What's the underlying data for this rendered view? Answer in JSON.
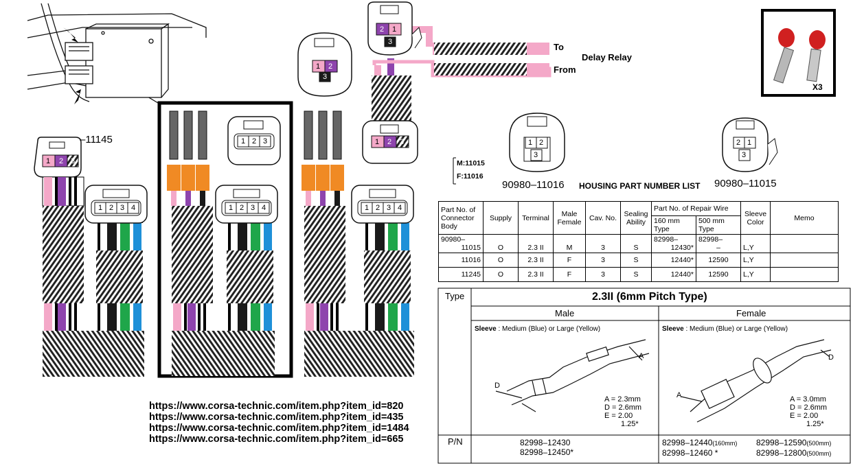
{
  "labels": {
    "code_11145": "–11145",
    "relay_to": "To",
    "relay_from": "From",
    "relay_name": "Delay Relay",
    "qty": "X3",
    "m_code": "M:11015",
    "f_code": "F:11016",
    "housing_left": "90980–11016",
    "housing_title": "HOUSING PART NUMBER LIST",
    "housing_right": "90980–11015"
  },
  "pins": {
    "p1": "1",
    "p2": "2",
    "p3": "3",
    "p4": "4"
  },
  "wire_colors": {
    "pink": "#f4a8c8",
    "purple": "#8e44ad",
    "black": "#1a1a1a",
    "green": "#1fa64a",
    "blue": "#1e90d8",
    "white": "#ffffff"
  },
  "accent_colors": {
    "seal": "#f08a24",
    "relay_cap": "#d02020"
  },
  "urls": [
    "https://www.corsa-technic.com/item.php?item_id=820",
    "https://www.corsa-technic.com/item.php?item_id=435",
    "https://www.corsa-technic.com/item.php?item_id=1484",
    "https://www.corsa-technic.com/item.php?item_id=665"
  ],
  "table": {
    "headers": {
      "part": "Part No. of Connector Body",
      "supply": "Supply",
      "terminal": "Terminal",
      "male_female": "Male Female",
      "cav": "Cav. No.",
      "sealing": "Sealing Ability",
      "repair": "Part No. of Repair Wire",
      "r160": "160 mm Type",
      "r500": "500 mm Type",
      "sleeve": "Sleeve Color",
      "memo": "Memo"
    },
    "prefix_part": "90980–",
    "prefix_repair": "82998–",
    "rows": [
      {
        "part": "11015",
        "supply": "O",
        "terminal": "2.3 II",
        "mf": "M",
        "cav": "3",
        "seal": "S",
        "r160": "12430*",
        "r500": "–",
        "sleeve": "L,Y"
      },
      {
        "part": "11016",
        "supply": "O",
        "terminal": "2.3 II",
        "mf": "F",
        "cav": "3",
        "seal": "S",
        "r160": "12440*",
        "r500": "12590",
        "sleeve": "L,Y"
      },
      {
        "part": "11245",
        "supply": "O",
        "terminal": "2.3 II",
        "mf": "F",
        "cav": "3",
        "seal": "S",
        "r160": "12440*",
        "r500": "12590",
        "sleeve": "L,Y"
      }
    ]
  },
  "spec": {
    "type_label": "Type",
    "type_title": "2.3II (6mm Pitch Type)",
    "male": "Male",
    "female": "Female",
    "sleeve_key": "Sleeve",
    "sleeve_text": " : Medium (Blue) or Large (Yellow)",
    "male_dims": [
      "A = 2.3mm",
      "D = 2.6mm",
      "E = 2.00",
      "1.25*"
    ],
    "female_dims": [
      "A = 3.0mm",
      "D = 2.6mm",
      "E = 2.00",
      "1.25*"
    ],
    "dim_a": "A",
    "dim_d": "D",
    "pn_label": "P/N",
    "male_pn": [
      "82998–12430",
      "82998–12450*"
    ],
    "female_pn": {
      "p1": "82998–12440",
      "p1_suffix": "(160mm)",
      "p2": "82998–12590",
      "p2_suffix": "(500mm)",
      "p3": "82998–12460 *",
      "p4": "82998–12800",
      "p4_suffix": "(500mm)"
    }
  }
}
